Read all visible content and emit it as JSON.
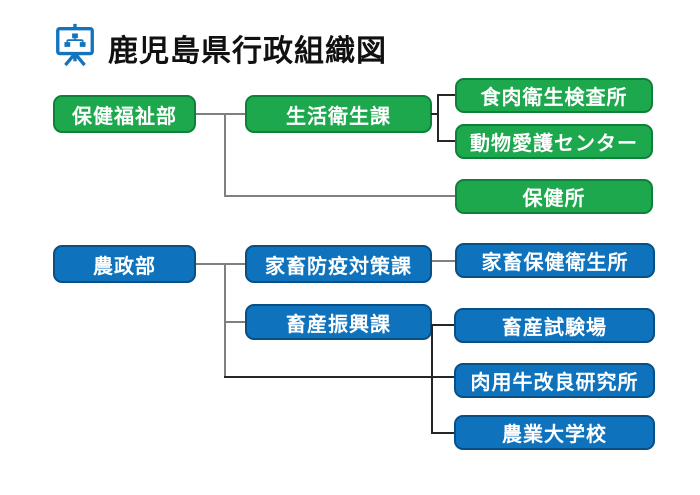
{
  "title": {
    "text": "鹿児島県行政組織図",
    "icon": "presentation-board-org-chart-icon"
  },
  "colors": {
    "green_fill": "#1ea84d",
    "green_border": "#0e8039",
    "blue_fill": "#0e72bd",
    "blue_border": "#084f85",
    "connector": "#808080",
    "bracket": "#262626",
    "box_text": "#ffffff",
    "title_text": "#111111",
    "icon": "#1273be"
  },
  "nodes": [
    {
      "id": "hoken-fukushi-bu",
      "label": "保健福祉部",
      "group": "green",
      "level": "department"
    },
    {
      "id": "seikatsu-eisei-ka",
      "label": "生活衛生課",
      "group": "green",
      "level": "division"
    },
    {
      "id": "shokuniku-eisei-kensajo",
      "label": "食肉衛生検査所",
      "group": "green",
      "level": "office"
    },
    {
      "id": "dobutsu-aigo-center",
      "label": "動物愛護センター",
      "group": "green",
      "level": "office"
    },
    {
      "id": "hokenjo",
      "label": "保健所",
      "group": "green",
      "level": "office"
    },
    {
      "id": "nosei-bu",
      "label": "農政部",
      "group": "blue",
      "level": "department"
    },
    {
      "id": "kachiku-boeki-taisaku-ka",
      "label": "家畜防疫対策課",
      "group": "blue",
      "level": "division"
    },
    {
      "id": "kachiku-hoken-eiseijo",
      "label": "家畜保健衛生所",
      "group": "blue",
      "level": "office"
    },
    {
      "id": "chikusan-shinko-ka",
      "label": "畜産振興課",
      "group": "blue",
      "level": "division"
    },
    {
      "id": "chikusan-shikenjo",
      "label": "畜産試験場",
      "group": "blue",
      "level": "office"
    },
    {
      "id": "nikuyogyu-kairyo-kenkyujo",
      "label": "肉用牛改良研究所",
      "group": "blue",
      "level": "office"
    },
    {
      "id": "nogyo-daigakko",
      "label": "農業大学校",
      "group": "blue",
      "level": "office"
    }
  ],
  "edges": [
    {
      "from": "保健福祉部",
      "to": "生活衛生課"
    },
    {
      "from": "保健福祉部",
      "to": "保健所"
    },
    {
      "from": "生活衛生課",
      "to": "食肉衛生検査所"
    },
    {
      "from": "生活衛生課",
      "to": "動物愛護センター"
    },
    {
      "from": "農政部",
      "to": "家畜防疫対策課"
    },
    {
      "from": "農政部",
      "to": "畜産振興課"
    },
    {
      "from": "家畜防疫対策課",
      "to": "家畜保健衛生所"
    },
    {
      "from": "農政部",
      "to": "畜産試験場"
    },
    {
      "from": "農政部",
      "to": "肉用牛改良研究所"
    },
    {
      "from": "農政部",
      "to": "農業大学校"
    }
  ]
}
